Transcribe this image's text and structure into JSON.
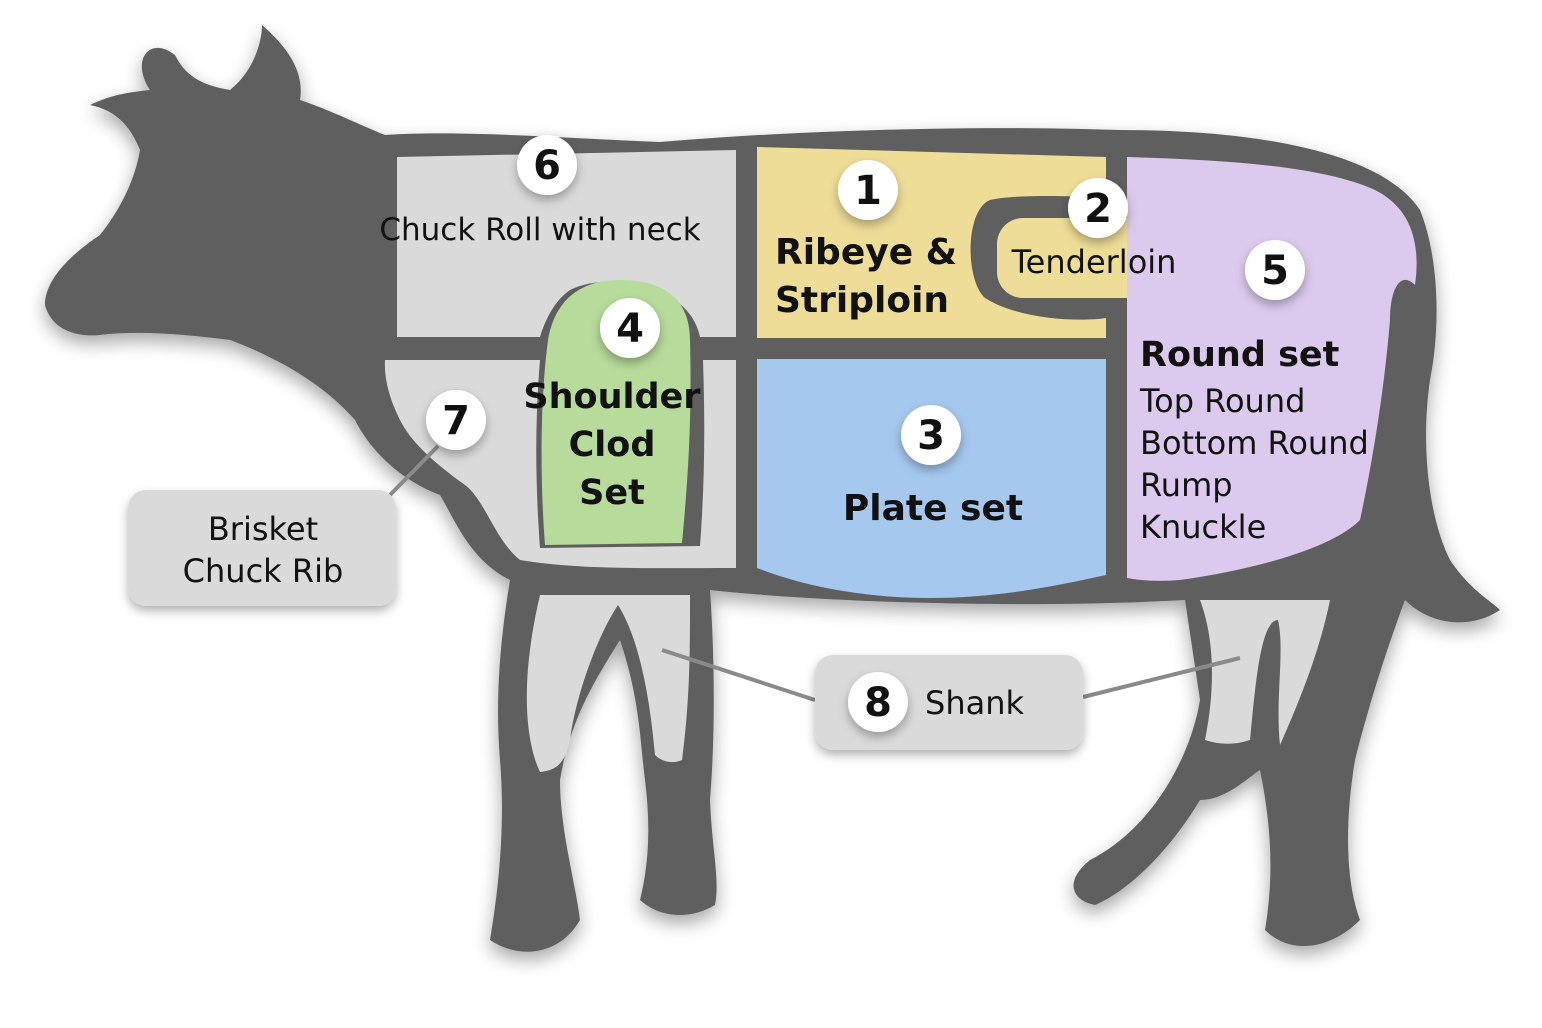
{
  "colors": {
    "silhouette": "#5f5f60",
    "light_cut": "#dadadb",
    "ribeye": "#eedd97",
    "plate": "#a6c8ef",
    "round": "#dccaee",
    "shoulder": "#b6db9b",
    "callout": "#dadadb"
  },
  "cuts": [
    {
      "number": "1",
      "lines": [
        "Ribeye &",
        "Striploin"
      ]
    },
    {
      "number": "2",
      "lines": [
        "Tenderloin"
      ]
    },
    {
      "number": "3",
      "lines": [
        "Plate set"
      ]
    },
    {
      "number": "4",
      "lines": [
        "Shoulder",
        "Clod",
        "Set"
      ]
    },
    {
      "number": "5",
      "title": "Round set",
      "lines": [
        "Top Round",
        "Bottom Round",
        "Rump",
        "Knuckle"
      ]
    },
    {
      "number": "6",
      "lines": [
        "Chuck Roll with neck"
      ]
    },
    {
      "number": "7",
      "lines": [
        "Brisket",
        "Chuck Rib"
      ]
    },
    {
      "number": "8",
      "lines": [
        "Shank"
      ]
    }
  ]
}
